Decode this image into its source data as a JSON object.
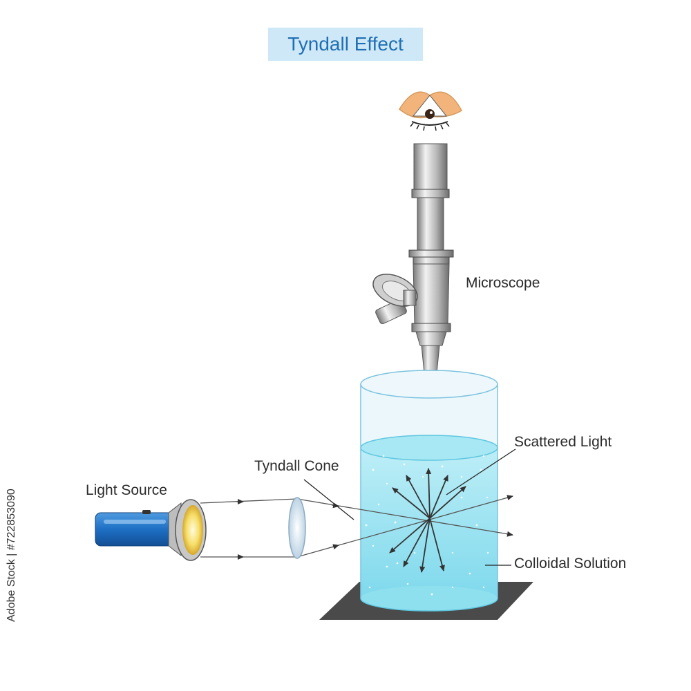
{
  "title": "Tyndall Effect",
  "labels": {
    "microscope": "Microscope",
    "scattered_light": "Scattered Light",
    "tyndall_cone": "Tyndall Cone",
    "light_source": "Light Source",
    "colloidal_solution": "Colloidal Solution"
  },
  "side_text": "Adobe Stock | #722853090",
  "icons": {
    "eye": "eye-icon",
    "microscope": "microscope-icon",
    "flashlight": "flashlight-icon",
    "lens": "lens-icon",
    "beaker": "beaker-icon"
  },
  "colors": {
    "title_bg": "#cfe8f7",
    "title_text": "#1f6fb4",
    "liquid": "#8fe0ef",
    "flashlight_body": "#1e6fc4",
    "beam": "#f3e173",
    "base_plate": "#4a4a4a"
  }
}
